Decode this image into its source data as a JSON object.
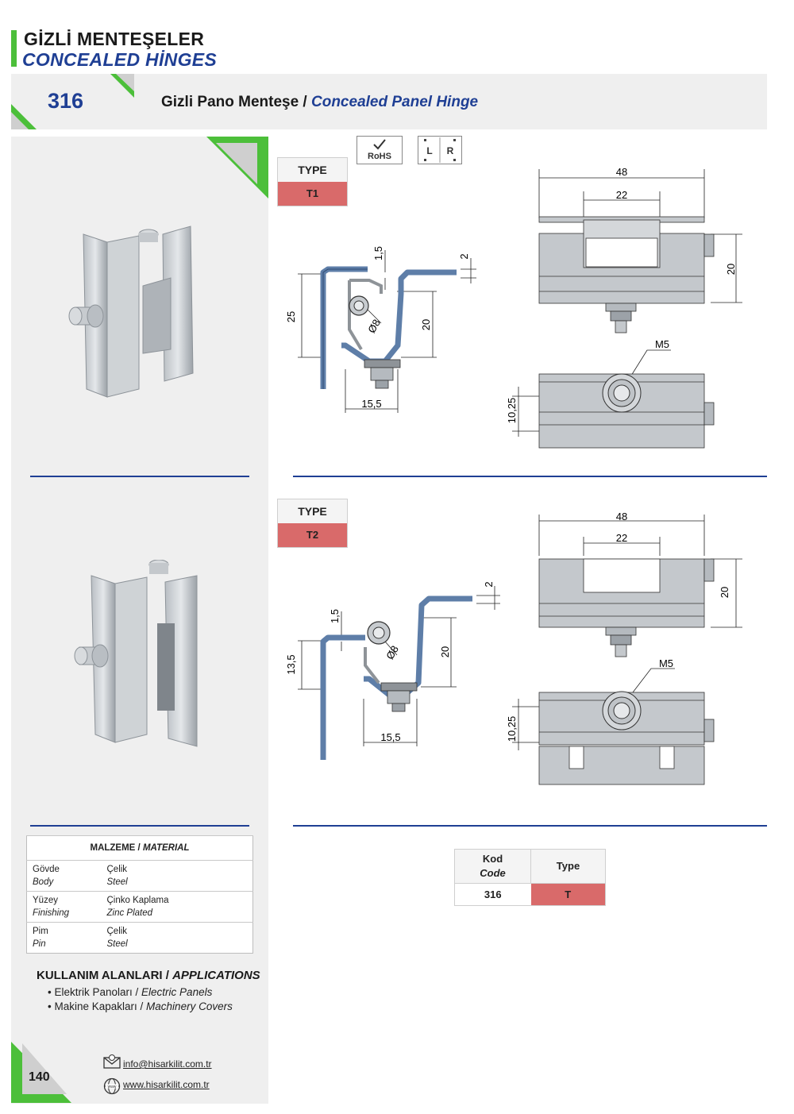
{
  "header": {
    "title_tr": "GİZLİ MENTEŞELER",
    "title_en": "CONCEALED HİNGES",
    "product_code": "316",
    "product_title_tr": "Gizli Pano Menteşe /",
    "product_title_en": "Concealed Panel Hinge"
  },
  "badges": {
    "rohs": "RoHS",
    "left": "L",
    "right": "R"
  },
  "type1": {
    "header": "TYPE",
    "value": "T1",
    "dims": {
      "d15a": "1,5",
      "d2": "2",
      "d25": "25",
      "d20": "20",
      "d8": "Ø8",
      "d155": "15,5",
      "d48": "48",
      "d22": "22",
      "d20b": "20",
      "m5": "M5",
      "d1025": "10,25"
    }
  },
  "type2": {
    "header": "TYPE",
    "value": "T2",
    "dims": {
      "d15a": "1,5",
      "d2": "2",
      "d135": "13,5",
      "d20": "20",
      "d8": "Ø8",
      "d155": "15,5",
      "d48": "48",
      "d22": "22",
      "d20b": "20",
      "m5": "M5",
      "d1025": "10,25"
    }
  },
  "material": {
    "title_tr": "MALZEME /",
    "title_en": "MATERIAL",
    "rows": [
      {
        "label_tr": "Gövde",
        "label_en": "Body",
        "value_tr": "Çelik",
        "value_en": "Steel"
      },
      {
        "label_tr": "Yüzey",
        "label_en": "Finishing",
        "value_tr": "Çinko Kaplama",
        "value_en": "Zinc Plated"
      },
      {
        "label_tr": "Pim",
        "label_en": "Pin",
        "value_tr": "Çelik",
        "value_en": "Steel"
      }
    ]
  },
  "applications": {
    "title_tr": "KULLANIM ALANLARI /",
    "title_en": "APPLICATIONS",
    "items": [
      {
        "tr": "• Elektrik Panoları /",
        "en": "Electric Panels"
      },
      {
        "tr": "• Makine Kapakları /",
        "en": "Machinery Covers"
      }
    ]
  },
  "code_table": {
    "h1_tr": "Kod",
    "h1_en": "Code",
    "h2": "Type",
    "code": "316",
    "type": "T"
  },
  "footer": {
    "page": "140",
    "email": "info@hisarkilit.com.tr",
    "web": "www.hisarkilit.com.tr",
    "www_icon": "www"
  },
  "colors": {
    "brand_blue": "#1f3f94",
    "green": "#4cbf3a",
    "type_red": "#d96a6a",
    "panel_gray": "#efefef"
  }
}
